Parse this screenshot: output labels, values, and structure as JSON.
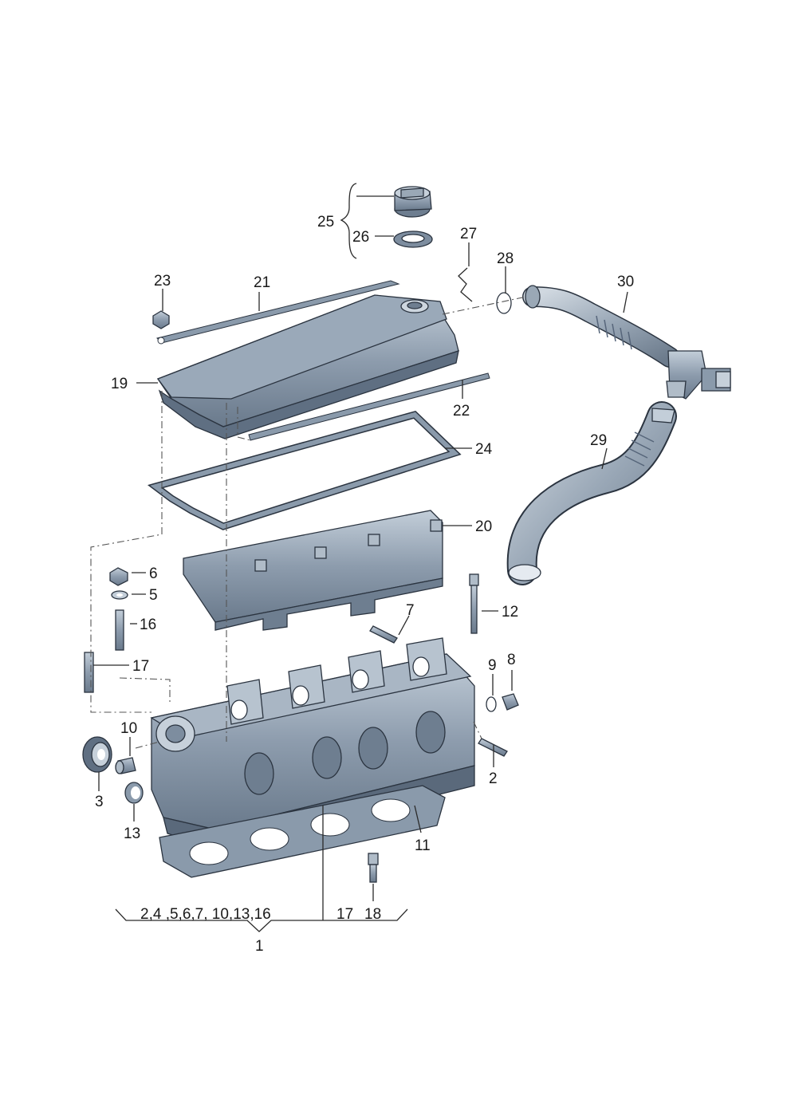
{
  "diagram": {
    "callouts": {
      "c1": "1",
      "c2": "2",
      "c3": "3",
      "c5": "5",
      "c6": "6",
      "c7": "7",
      "c8": "8",
      "c9": "9",
      "c10": "10",
      "c11": "11",
      "c12": "12",
      "c13": "13",
      "c16": "16",
      "c17": "17",
      "c18": "18",
      "c19": "19",
      "c20": "20",
      "c21": "21",
      "c22": "22",
      "c23": "23",
      "c24": "24",
      "c25": "25",
      "c26": "26",
      "c27": "27",
      "c28": "28",
      "c29": "29",
      "c30": "30"
    },
    "assembly_group": {
      "items": "2,4 ,5,6,7, 10,13,16",
      "item_17": "17",
      "item_18": "18",
      "parent": "1"
    },
    "colors": {
      "part_fill": "#8a9aab",
      "part_light": "#b8c4d0",
      "part_dark": "#5e6e80",
      "line": "#2a2a2a"
    }
  }
}
